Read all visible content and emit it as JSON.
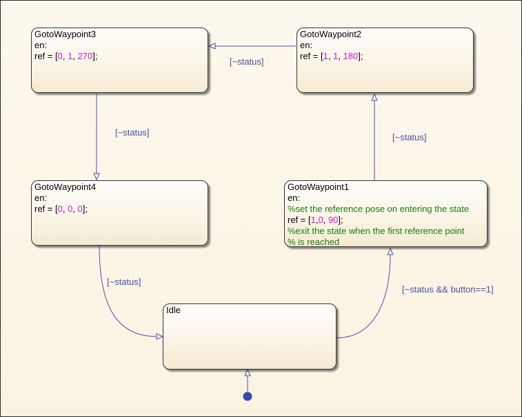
{
  "states": {
    "s3": {
      "name": "GotoWaypoint3",
      "entry": "en:",
      "ref_prefix": "ref = [",
      "ref_vals": [
        "0",
        "1",
        "270"
      ],
      "ref_suffix": "];"
    },
    "s2": {
      "name": "GotoWaypoint2",
      "entry": "en:",
      "ref_prefix": "ref = [",
      "ref_vals": [
        "1",
        "1",
        "180"
      ],
      "ref_suffix": "];"
    },
    "s4": {
      "name": "GotoWaypoint4",
      "entry": "en:",
      "ref_prefix": "ref = [",
      "ref_vals": [
        "0",
        "0",
        "0"
      ],
      "ref_suffix": "];"
    },
    "s1": {
      "name": "GotoWaypoint1",
      "entry": "en:",
      "comment1": "%set the reference pose on entering the state",
      "ref_prefix": "ref = [",
      "ref_vals": [
        "1",
        "0",
        "90"
      ],
      "ref_suffix": "];",
      "comment2": "%exit the state when the first reference point",
      "comment3": "% is reached"
    },
    "idle": {
      "name": "Idle"
    }
  },
  "transitions": {
    "t2_to_3": "[~status]",
    "t3_to_4": "[~status]",
    "t1_to_2": "[~status]",
    "t4_to_idle": "[~status]",
    "t_idle_to_1": "[~status && button==1]"
  },
  "colors": {
    "wire": "#4b4fa0",
    "number": "#d11ad1",
    "comment": "#1a7a0f",
    "default_dot": "#3f48a8"
  }
}
